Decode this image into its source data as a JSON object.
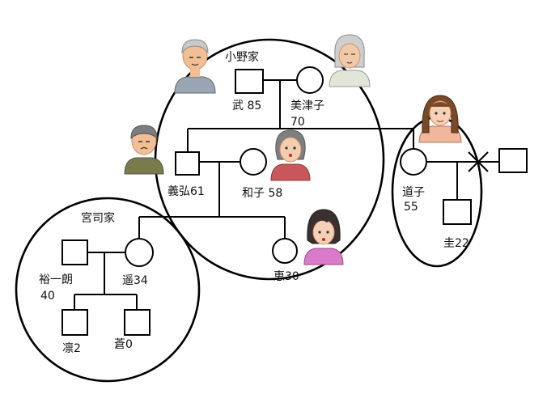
{
  "households": {
    "ono": "小野家",
    "miyaji": "宮司家"
  },
  "persons": {
    "takeshi": {
      "name": "武",
      "age": "85"
    },
    "mitsuko": {
      "name": "美津子",
      "age": "70"
    },
    "yoshihiro": {
      "name": "義弘",
      "age": "61"
    },
    "kazuko": {
      "name": "和子",
      "age": "58"
    },
    "michiko": {
      "name": "道子",
      "age": "55"
    },
    "kei": {
      "name": "圭",
      "age": "22"
    },
    "megumi": {
      "name": "恵",
      "age": "30"
    },
    "yuichiro": {
      "name": "裕一朗",
      "age": "40"
    },
    "haruka": {
      "name": "遥",
      "age": "34"
    },
    "rin": {
      "name": "凛",
      "age": "2"
    },
    "aoi": {
      "name": "蒼",
      "age": "0"
    }
  },
  "icons": [
    "elderly-man-avatar-icon",
    "elderly-woman-avatar-icon",
    "man-avatar-icon",
    "woman-avatar-icon"
  ]
}
